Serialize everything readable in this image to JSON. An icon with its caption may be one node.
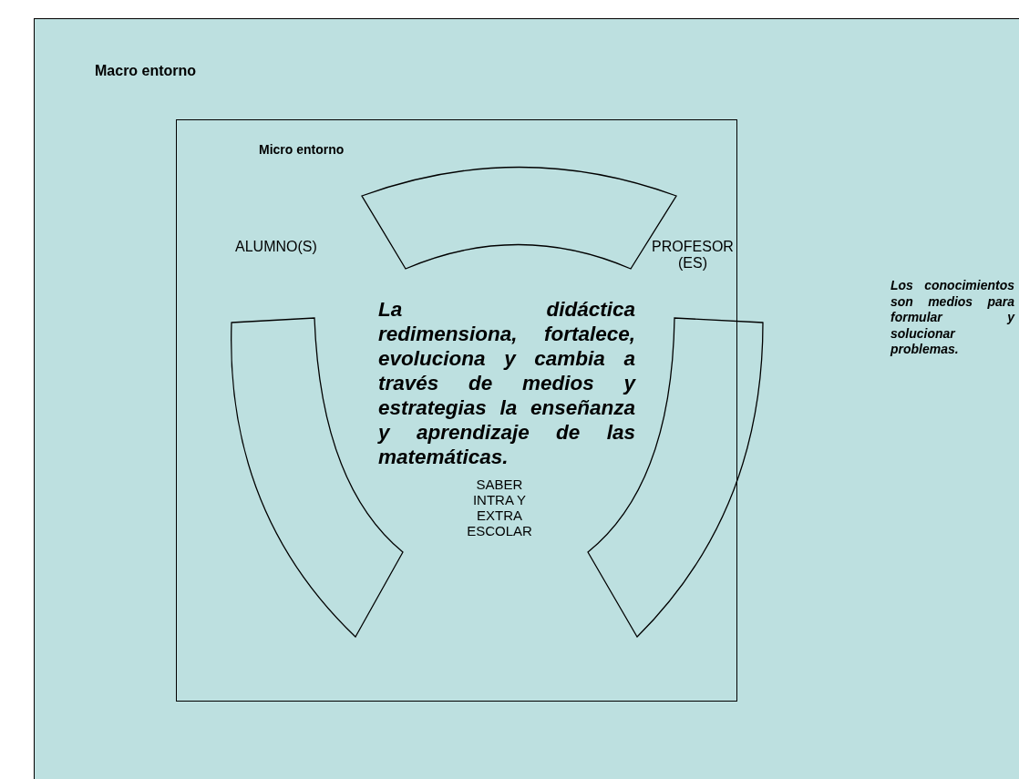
{
  "diagram": {
    "nodes": [
      {
        "text": [
          "Macro entorno"
        ]
      },
      {
        "text": [
          "Micro entorno"
        ],
        "in": 0
      },
      {
        "text": [],
        "shape": "arc",
        "in": 1
      },
      {
        "text": [],
        "shape": "arc",
        "in": 1
      },
      {
        "text": [],
        "shape": "arc",
        "in": 1
      }
    ],
    "labels": [
      "ALUMNO(S)",
      "PROFESOR (ES)",
      "La didáctica redimensiona, fortalece, evoluciona y cambia a través de medios y estrategias la enseñanza y aprendizaje de las matemáticas.",
      "Los conocimientos son medios para formular y solucionar problemas.",
      "SABER INTRA Y EXTRA ESCOLAR"
    ]
  }
}
